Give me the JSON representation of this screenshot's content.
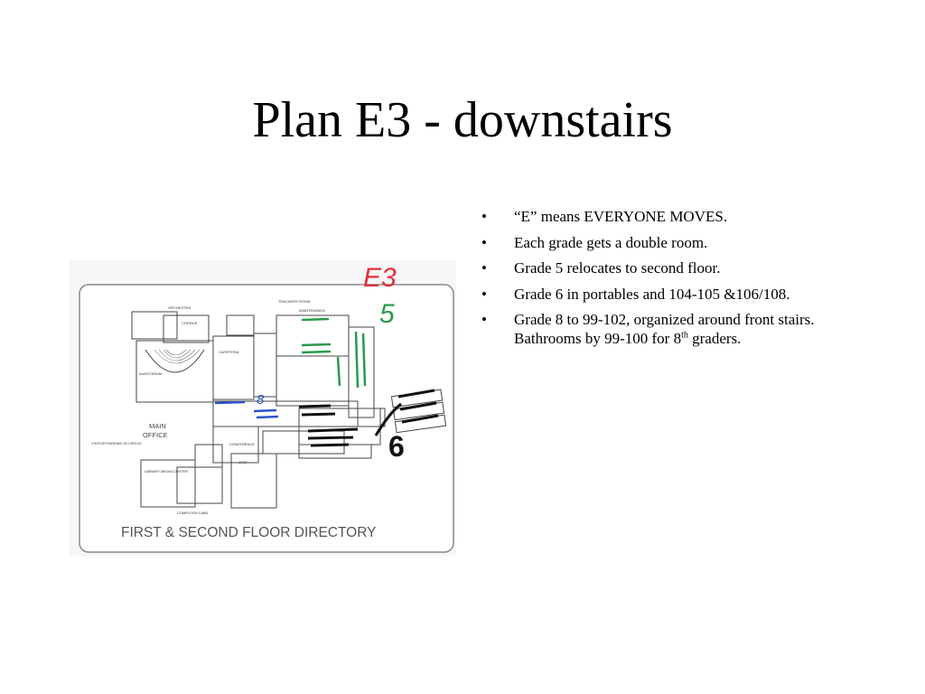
{
  "slide": {
    "title": "Plan E3 - downstairs"
  },
  "bullets": [
    {
      "text": "“E” means EVERYONE MOVES."
    },
    {
      "text": "Each grade gets a double room."
    },
    {
      "text": "Grade 5 relocates to second floor."
    },
    {
      "text": "Grade 6 in portables and 104-105 &106/108."
    },
    {
      "text_before": "Grade 8 to 99-102, organized around front stairs.  Bathrooms by 99-100 for 8",
      "sup": "th",
      "text_after": " graders."
    }
  ],
  "bullet_symbol": "•",
  "floor_plan": {
    "caption": "FIRST & SECOND FLOOR DIRECTORY",
    "main_office_label_1": "MAIN",
    "main_office_label_2": "OFFICE",
    "annotation_plan": "E3",
    "annotation_grade5": "5",
    "annotation_grade6": "6",
    "annotation_grade8": "8",
    "room_labels": {
      "orchestra": "ORCHESTRA",
      "auditorium": "AUDITORIUM",
      "cafeteria": "CAFETERIA",
      "conference": "CONFERENCE",
      "gym": "GYM",
      "chorus": "CHORUS",
      "maintenance": "MAINTENANCE",
      "teachers_room": "TEACHERS ROOM",
      "computer_labs": "COMPUTER LABS",
      "library": "LIBRARY MEDIA CENTER",
      "visitor_parking": "VISITOR PARKING IN CIRCLE"
    },
    "annotation_colors": {
      "red": "#e0303a",
      "green": "#2a9a4c",
      "blue": "#2a55c8",
      "black": "#111111"
    }
  }
}
